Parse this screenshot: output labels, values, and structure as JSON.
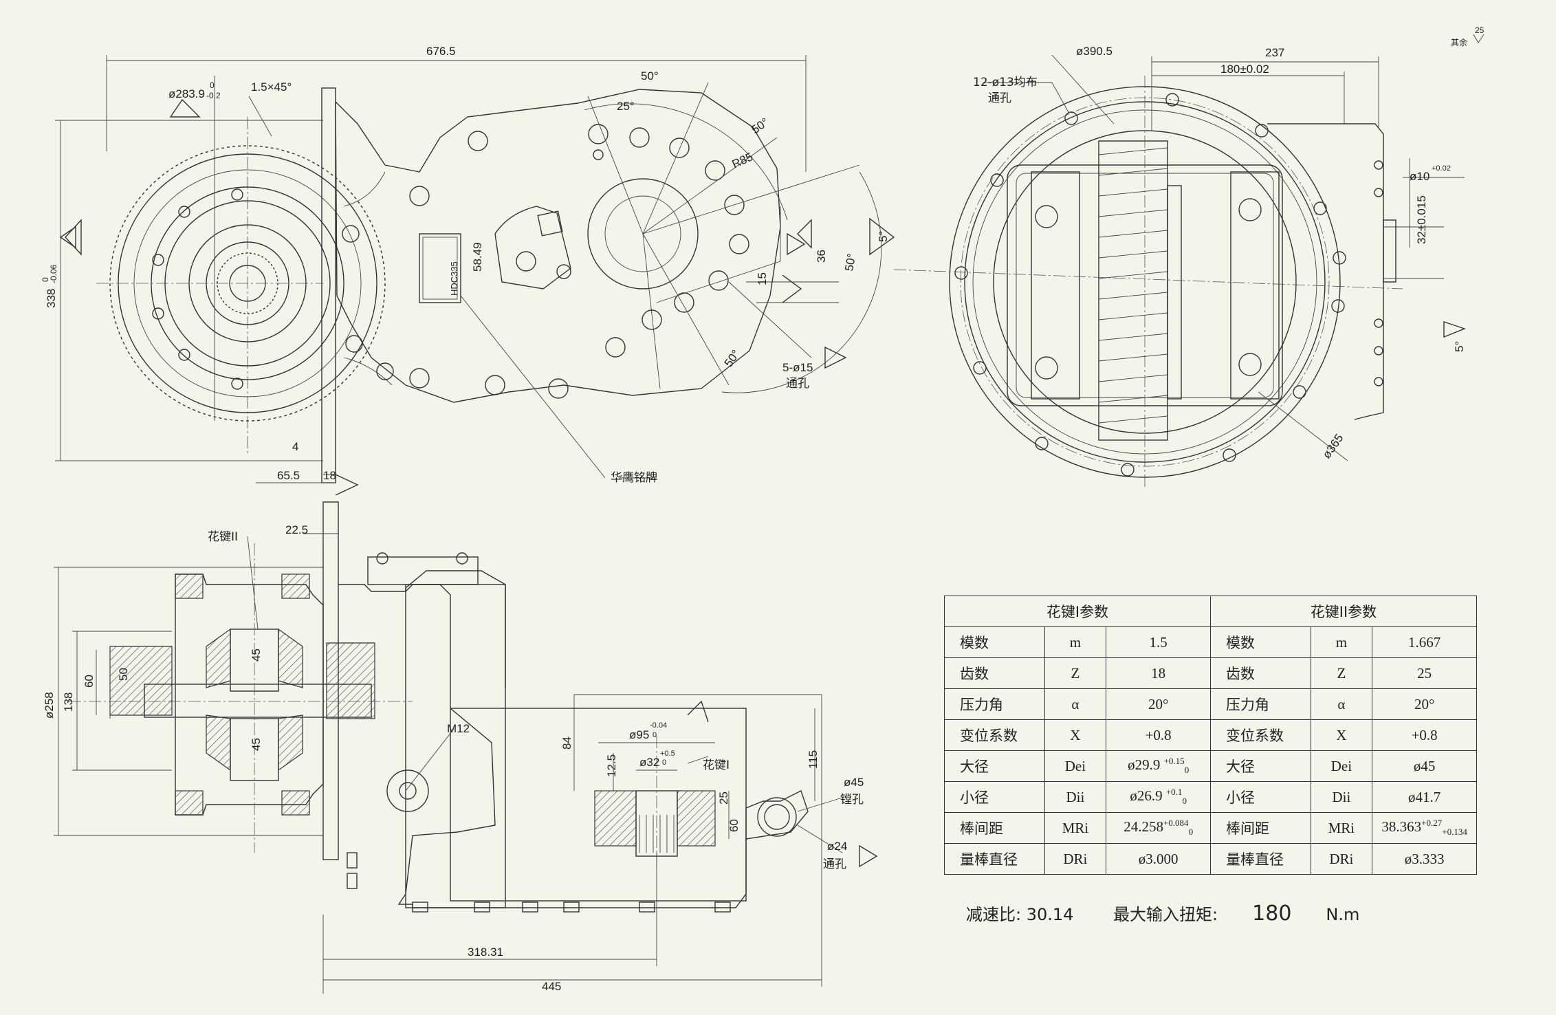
{
  "drawing": {
    "top_left_dims": {
      "overall_width": "676.5",
      "gear_dia": "ø283.9",
      "gear_tol_upper": "0",
      "gear_tol_lower": "-0.2",
      "chamfer": "1.5×45°",
      "height": "338",
      "height_tol_upper": "0",
      "height_tol_lower": "-0.06",
      "bolt_dist": "65.5",
      "flange_thk": "18",
      "gap": "4",
      "angle_50_top": "50°",
      "angle_25": "25°",
      "angle_50_r": "50°",
      "radius": "R85",
      "h_58": "58.49",
      "h_36": "36",
      "h_15": "15",
      "angle_50_side": "50°",
      "angle_50_bottom": "50°",
      "holes_5": "5-ø15",
      "through_hole_5": "通孔",
      "nameplate_callout": "华鹰铭牌",
      "nameplate_text": "HDC335"
    },
    "top_right_dims": {
      "dia_390": "ø390.5",
      "holes_12": "12-ø13均布",
      "through_hole_12": "通孔",
      "width_237": "237",
      "width_180": "180±0.02",
      "dia_10": "ø10",
      "dia_10_tol": "+0.02",
      "dim_32": "32±0.015",
      "angle_5_left": "5°",
      "angle_5_right": "5°",
      "dia_365": "ø365",
      "roughness_label": "其余",
      "roughness_value": "25"
    },
    "bottom_dims": {
      "spline_ii": "花键II",
      "spline_i": "花键I",
      "dim_22": "22.5",
      "dia_258": "ø258",
      "dim_138": "138",
      "dim_60": "60",
      "dim_50": "50",
      "dim_45_top": "45",
      "dim_45_bot": "45",
      "thread": "M12",
      "dim_84": "84",
      "dia_95": "ø95",
      "dia_95_tol_up": "-0.04",
      "dia_95_tol_low": "0",
      "dim_12": "12.5",
      "dia_32": "ø32",
      "dia_32_tol_up": "+0.5",
      "dia_32_tol_low": "0",
      "dim_115": "115",
      "dim_25": "25",
      "dim_60_right": "60",
      "dia_45": "ø45",
      "boring": "镗孔",
      "dia_24": "ø24",
      "through_hole": "通孔",
      "dim_318": "318.31",
      "dim_445": "445"
    }
  },
  "spec_table": {
    "header_i": "花键I参数",
    "header_ii": "花键II参数",
    "rows": [
      {
        "name_i": "模数",
        "sym_i": "m",
        "val_i": "1.5",
        "name_ii": "模数",
        "sym_ii": "m",
        "val_ii": "1.667"
      },
      {
        "name_i": "齿数",
        "sym_i": "Z",
        "val_i": "18",
        "name_ii": "齿数",
        "sym_ii": "Z",
        "val_ii": "25"
      },
      {
        "name_i": "压力角",
        "sym_i": "α",
        "val_i": "20°",
        "name_ii": "压力角",
        "sym_ii": "α",
        "val_ii": "20°"
      },
      {
        "name_i": "变位系数",
        "sym_i": "X",
        "val_i": "+0.8",
        "name_ii": "变位系数",
        "sym_ii": "X",
        "val_ii": "+0.8"
      },
      {
        "name_i": "大径",
        "sym_i": "Dei",
        "val_i": "ø29.9",
        "tol_i_up": "+0.15",
        "tol_i_low": "0",
        "name_ii": "大径",
        "sym_ii": "Dei",
        "val_ii": "ø45"
      },
      {
        "name_i": "小径",
        "sym_i": "Dii",
        "val_i": "ø26.9",
        "tol_i_up": "+0.1",
        "tol_i_low": "0",
        "name_ii": "小径",
        "sym_ii": "Dii",
        "val_ii": "ø41.7"
      },
      {
        "name_i": "棒间距",
        "sym_i": "MRi",
        "val_i": "24.258",
        "tol_i_up": "+0.084",
        "tol_i_low": "0",
        "name_ii": "棒间距",
        "sym_ii": "MRi",
        "val_ii": "38.363",
        "tol_ii_up": "+0.27",
        "tol_ii_low": "+0.134"
      },
      {
        "name_i": "量棒直径",
        "sym_i": "DRi",
        "val_i": "ø3.000",
        "name_ii": "量棒直径",
        "sym_ii": "DRi",
        "val_ii": "ø3.333"
      }
    ]
  },
  "footer": {
    "ratio": "减速比: 30.14",
    "torque_label": "最大输入扭矩:",
    "torque_value": "180",
    "torque_unit": "N.m"
  }
}
